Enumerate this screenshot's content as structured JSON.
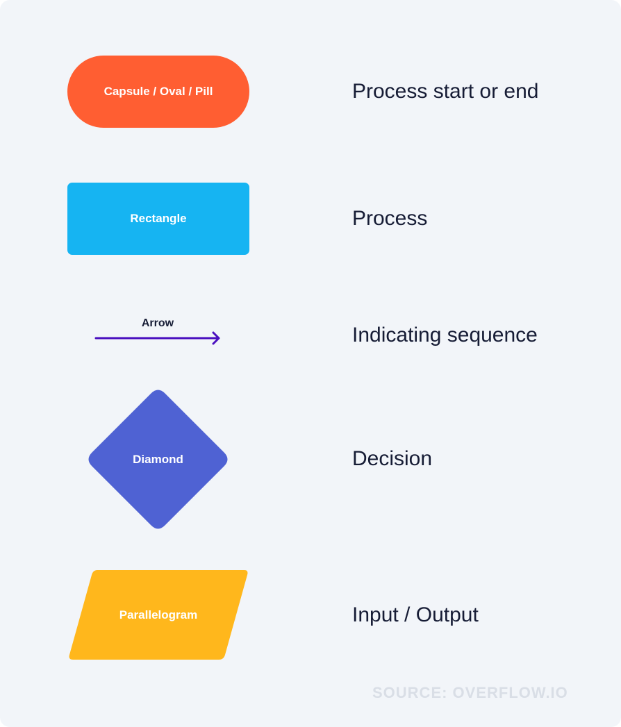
{
  "legend": [
    {
      "shape": "capsule",
      "shape_label": "Capsule / Oval / Pill",
      "meaning": "Process start or end",
      "color": "#ff5e32"
    },
    {
      "shape": "rectangle",
      "shape_label": "Rectangle",
      "meaning": "Process",
      "color": "#16b4f2"
    },
    {
      "shape": "arrow",
      "shape_label": "Arrow",
      "meaning": "Indicating sequence",
      "color": "#4a0fbf"
    },
    {
      "shape": "diamond",
      "shape_label": "Diamond",
      "meaning": "Decision",
      "color": "#4f62d3"
    },
    {
      "shape": "parallelogram",
      "shape_label": "Parallelogram",
      "meaning": "Input / Output",
      "color": "#ffb71c"
    }
  ],
  "source": "SOURCE: OVERFLOW.IO"
}
